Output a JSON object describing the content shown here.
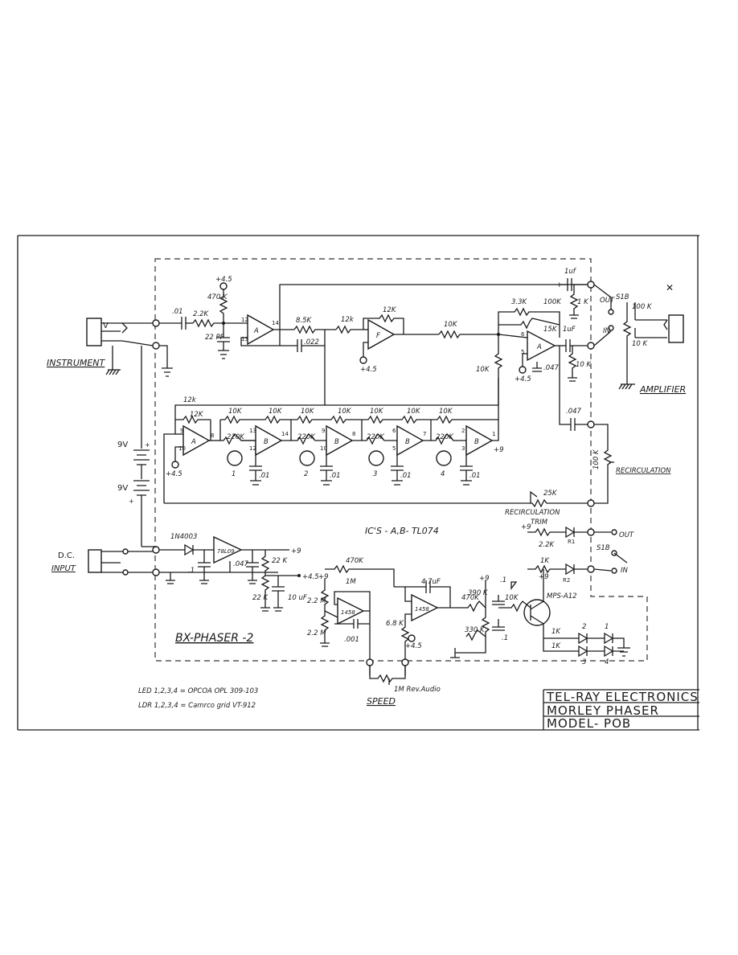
{
  "title_block": {
    "company": "TEL-RAY ELECTRONICS",
    "product": "MORLEY PHASER",
    "model": "MODEL- POB"
  },
  "board_name": "BX-PHASER -2",
  "ic_note": "IC'S - A,B- TL074",
  "notes": {
    "led": "LED 1,2,3,4 = OPCOA OPL 309-103",
    "ldr": "LDR 1,2,3,4 = Camrco grid VT-912"
  },
  "labels": {
    "instrument": "INSTRUMENT",
    "amplifier": "AMPLIFIER",
    "dc_input": "D.C.",
    "dc_input2": "INPUT",
    "speed": "SPEED",
    "speed_pot": "1M Rev.Audio",
    "recirculation": "RECIRCULATION",
    "recirc_trim": "RECIRCULATION",
    "recirc_trim2": "TRIM",
    "battery1": "9V",
    "battery2": "9V",
    "regulator": "78L09",
    "diode": "1N4003",
    "transistor": "MPS-A12",
    "out1": "OUT",
    "in1": "IN",
    "out2": "OUT",
    "in2": "IN",
    "s1a": "S1B",
    "s1b": "S1B"
  },
  "components": {
    "c_in": ".01",
    "r_in": "2.2K",
    "r_470k": "470 K",
    "c_pf": "22 PF",
    "r_85k": "8.5K",
    "c_022": ".022",
    "r_12k_a": "12k",
    "r_12k_b": "12K",
    "r_10k_main": "10K",
    "r_33k": "3.3K",
    "r_100k": "100K",
    "r_15k": "15K",
    "c_1uf_a": "1uf",
    "c_1uf_b": "1uF",
    "r_1k_out": "1 K",
    "r_10k_out": "10 K",
    "r_100_out": "100 K",
    "c_047_a": ".047",
    "r_10k_v": "10K",
    "c_047_recirc": ".047",
    "r_100k_recirc": "100 K",
    "r_25k": "25K",
    "r_22k_led": "2.2K",
    "r_1k_led": "1K",
    "r_470k_osc": "470K",
    "r_1m_osc": "1M",
    "c_47uf": "4.7uF",
    "c_10uf": "10 uF",
    "r_22m_a": "2.2 M",
    "r_22m_b": "2.2 M",
    "c_001": ".001",
    "r_68k": "6.8 K",
    "r_470k_b": "470K",
    "r_390k": "390 K",
    "r_22k_b": "22 K",
    "r_22k_c": "22 K",
    "c_1": ".1",
    "c_047_b": ".047",
    "c_1_b": ".1",
    "c_1_c": ".1",
    "r_10k_tr": "10K",
    "r_33k_tr": "330 K",
    "r_1k_tr": "1K",
    "r_1k_tr2": "1K",
    "r_12k_fb": "12k",
    "r_12k_fb2": "12K",
    "stage_r": "10K",
    "stage_ldr_r": "220K",
    "stage_c": ".01",
    "v45": "+4.5",
    "v45_neg": "+4.5",
    "v9": "+9",
    "v9_reg": "+9"
  },
  "stages": [
    {
      "ldr": "1",
      "opamp": "A",
      "pin": "8"
    },
    {
      "ldr": "2",
      "opamp": "B",
      "pin": "14"
    },
    {
      "ldr": "3",
      "opamp": "B",
      "pin": "8"
    },
    {
      "ldr": "4",
      "opamp": "B",
      "pin": "7"
    }
  ],
  "opamps": {
    "a_in": "A",
    "f": "F",
    "out_amp": "A",
    "last": "B",
    "first_stage": "A",
    "osc1": "1458",
    "osc2": "1458"
  },
  "led_numbers": [
    "1",
    "2",
    "3",
    "4"
  ]
}
